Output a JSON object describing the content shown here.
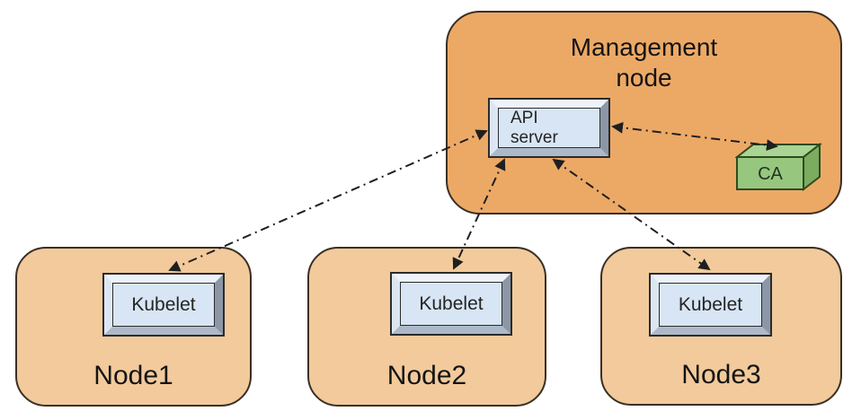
{
  "diagram_type": "architecture",
  "management_node": {
    "label": "Management\nnode",
    "api_server": {
      "label": "API\nserver"
    },
    "ca": {
      "label": "CA"
    }
  },
  "worker_nodes": [
    {
      "label": "Node1",
      "component_label": "Kubelet"
    },
    {
      "label": "Node2",
      "component_label": "Kubelet"
    },
    {
      "label": "Node3",
      "component_label": "Kubelet"
    }
  ],
  "connections": [
    {
      "from": "api_server",
      "to": "node1_kubelet",
      "style": "dash-dot",
      "bidirectional": true
    },
    {
      "from": "api_server",
      "to": "node2_kubelet",
      "style": "dash-dot",
      "bidirectional": true
    },
    {
      "from": "api_server",
      "to": "node3_kubelet",
      "style": "dash-dot",
      "bidirectional": true
    },
    {
      "from": "api_server",
      "to": "ca",
      "style": "dash-dot",
      "bidirectional": true
    }
  ],
  "colors": {
    "management_fill": "#ECA966",
    "worker_fill": "#F2CA9B",
    "device_face": "#D8E5F4",
    "ca_front": "#97C77E",
    "ca_top": "#A9D493",
    "ca_side": "#7CAC60",
    "arrow": "#1F1F1F",
    "outline": "#3A2F24"
  }
}
